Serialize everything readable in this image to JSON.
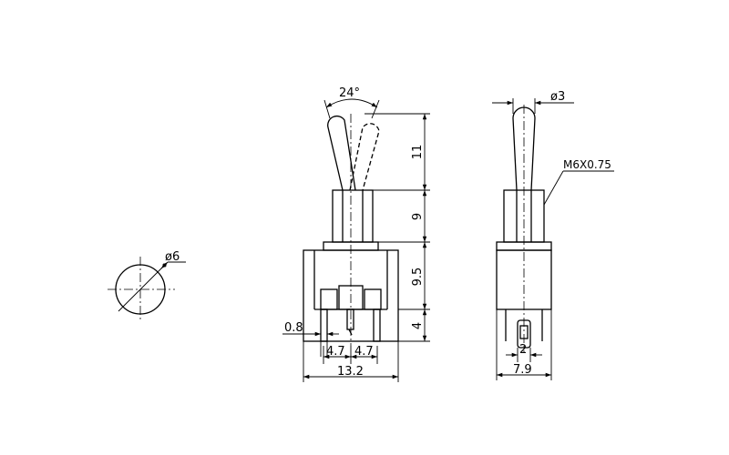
{
  "dimensions": {
    "angle": "24°",
    "stem_diameter": "ø3",
    "thread": "M6X0.75",
    "hole_diameter": "ø6",
    "lever_height": "11",
    "bushing_height": "9",
    "body_height": "9.5",
    "pin_length": "4",
    "pin_width": "0.8",
    "pin_pitch_left": "4.7",
    "pin_pitch_right": "4.7",
    "body_width": "13.2",
    "side_pin_width": "2",
    "side_width": "7.9"
  }
}
